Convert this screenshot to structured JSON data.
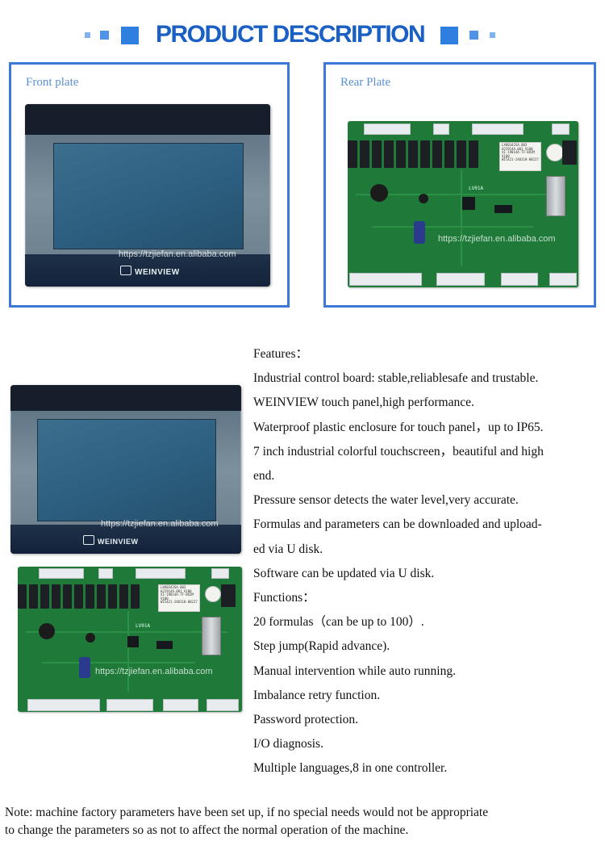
{
  "header": {
    "title": "PRODUCT DESCRIPTION",
    "accent_color": "#1a5fc4"
  },
  "front_plate": {
    "label": "Front plate",
    "brand": "WEINVIEW",
    "watermark": "https://tzjiefan.en.alibaba.com"
  },
  "rear_plate": {
    "label": "Rear Plate",
    "watermark": "https://tzjiefan.en.alibaba.com"
  },
  "middle_images": {
    "panel_brand": "WEINVIEW",
    "panel_watermark": "https://tzjiefan.en.alibaba.com",
    "board_watermark": "https://tzjiefan.en.alibaba.com"
  },
  "features_lines": [
    "Features：",
    "Industrial control board: stable,reliablesafe and trustable.",
    "WEINVIEW touch panel,high performance.",
    "Waterproof plastic enclosure for touch panel，up to IP65.",
    "7 inch industrial colorful touchscreen，beautiful and high",
    "end.",
    "Pressure sensor detects the water level,very accurate.",
    "Formulas and parameters can be downloaded and upload-",
    "ed via U disk.",
    "Software can be updated via U disk.",
    "Functions：",
    "20 formulas（can be up to 100）.",
    "Step jump(Rapid advance).",
    "Manual intervention while auto running.",
    "Imbalance retry function.",
    "Password protection.",
    "I/O diagnosis.",
    "Multiple languages,8 in one controller."
  ],
  "note_lines": [
    "Note: machine factory parameters have been set up, if no special needs would not be appropriate",
    "to change the parameters so as not to affect the normal operation of the machine."
  ]
}
